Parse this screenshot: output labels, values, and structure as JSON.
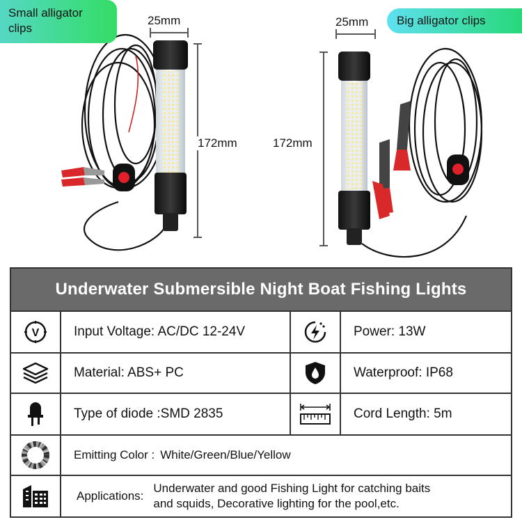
{
  "labels": {
    "small_clips": "Small alligator clips",
    "big_clips": "Big alligator clips",
    "width_left": "25mm",
    "width_right": "25mm",
    "height_left": "172mm",
    "height_right": "172mm"
  },
  "table": {
    "title": "Underwater Submersible Night Boat Fishing Lights",
    "voltage": "Input Voltage: AC/DC 12-24V",
    "power": "Power: 13W",
    "material": "Material:  ABS+ PC",
    "waterproof": "Waterproof: IP68",
    "diode": "Type of diode :SMD 2835",
    "cord": "Cord Length: 5m",
    "emitting_label": "Emitting Color :",
    "emitting_value": "White/Green/Blue/Yellow",
    "applications_label": "Applications:",
    "applications_line1": "Underwater and good Fishing Light for catching baits",
    "applications_line2": "and squids, Decorative lighting for the pool,etc."
  },
  "icons": {
    "voltage": "voltage-icon",
    "power": "power-icon",
    "material": "layers-icon",
    "waterproof": "waterproof-shield-icon",
    "diode": "led-diode-icon",
    "cord": "ruler-icon",
    "emitting": "color-ring-icon",
    "applications": "building-icon"
  },
  "colors": {
    "title_bar": "#6a6a6a",
    "switch_red": "#e0202a",
    "clip_red": "#d8282a",
    "badge_green": "#33dd66",
    "badge_cyan": "#5ee0f0"
  }
}
